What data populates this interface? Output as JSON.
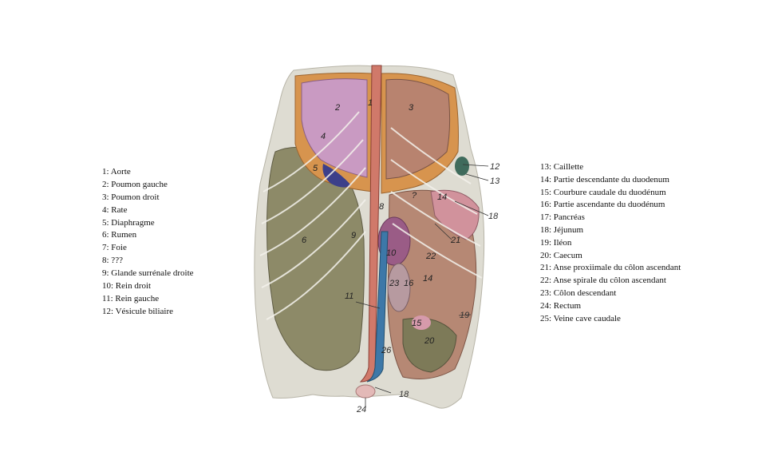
{
  "legend_left": [
    {
      "text": " 1: Aorte"
    },
    {
      "text": " 2: Poumon gauche"
    },
    {
      "text": " 3: Poumon droit"
    },
    {
      "text": " 4: Rate"
    },
    {
      "text": " 5: Diaphragme"
    },
    {
      "text": " 6: Rumen"
    },
    {
      "text": " 7: Foie"
    },
    {
      "text": " 8: ???"
    },
    {
      "text": " 9: Glande surrénale droite"
    },
    {
      "text": " 10: Rein droit"
    },
    {
      "text": " 11: Rein gauche"
    },
    {
      "text": " 12: Vésicule biliaire"
    }
  ],
  "legend_right": [
    {
      "text": "13: Caillette"
    },
    {
      "text": "14: Partie descendante du duodenum"
    },
    {
      "text": "15: Courbure caudale du duodénum"
    },
    {
      "text": "16: Partie ascendante du duodénum"
    },
    {
      "text": "17: Pancréas"
    },
    {
      "text": "18: Jéjunum"
    },
    {
      "text": "19: Iléon"
    },
    {
      "text": "20: Caecum"
    },
    {
      "text": "21: Anse proxiimale du côlon ascendant"
    },
    {
      "text": "22: Anse spirale du côlon ascendant"
    },
    {
      "text": "23: Côlon descendant"
    },
    {
      "text": "24: Rectum"
    },
    {
      "text": "25: Veine cave caudale"
    }
  ],
  "figure_labels": {
    "n1": "1",
    "n2": "2",
    "n3": "3",
    "n4": "4",
    "n5": "5",
    "n6": "6",
    "n7": "?",
    "n8": "8",
    "n9": "9",
    "n10": "10",
    "n11": "11",
    "n12": "12",
    "n13": "13",
    "n14a": "14",
    "n14b": "14",
    "n15": "15",
    "n16": "16",
    "n18a": "18",
    "n18b": "18",
    "n19": "19",
    "n20": "20",
    "n21": "21",
    "n22": "22",
    "n23": "23",
    "n24": "24",
    "n26": "26"
  }
}
